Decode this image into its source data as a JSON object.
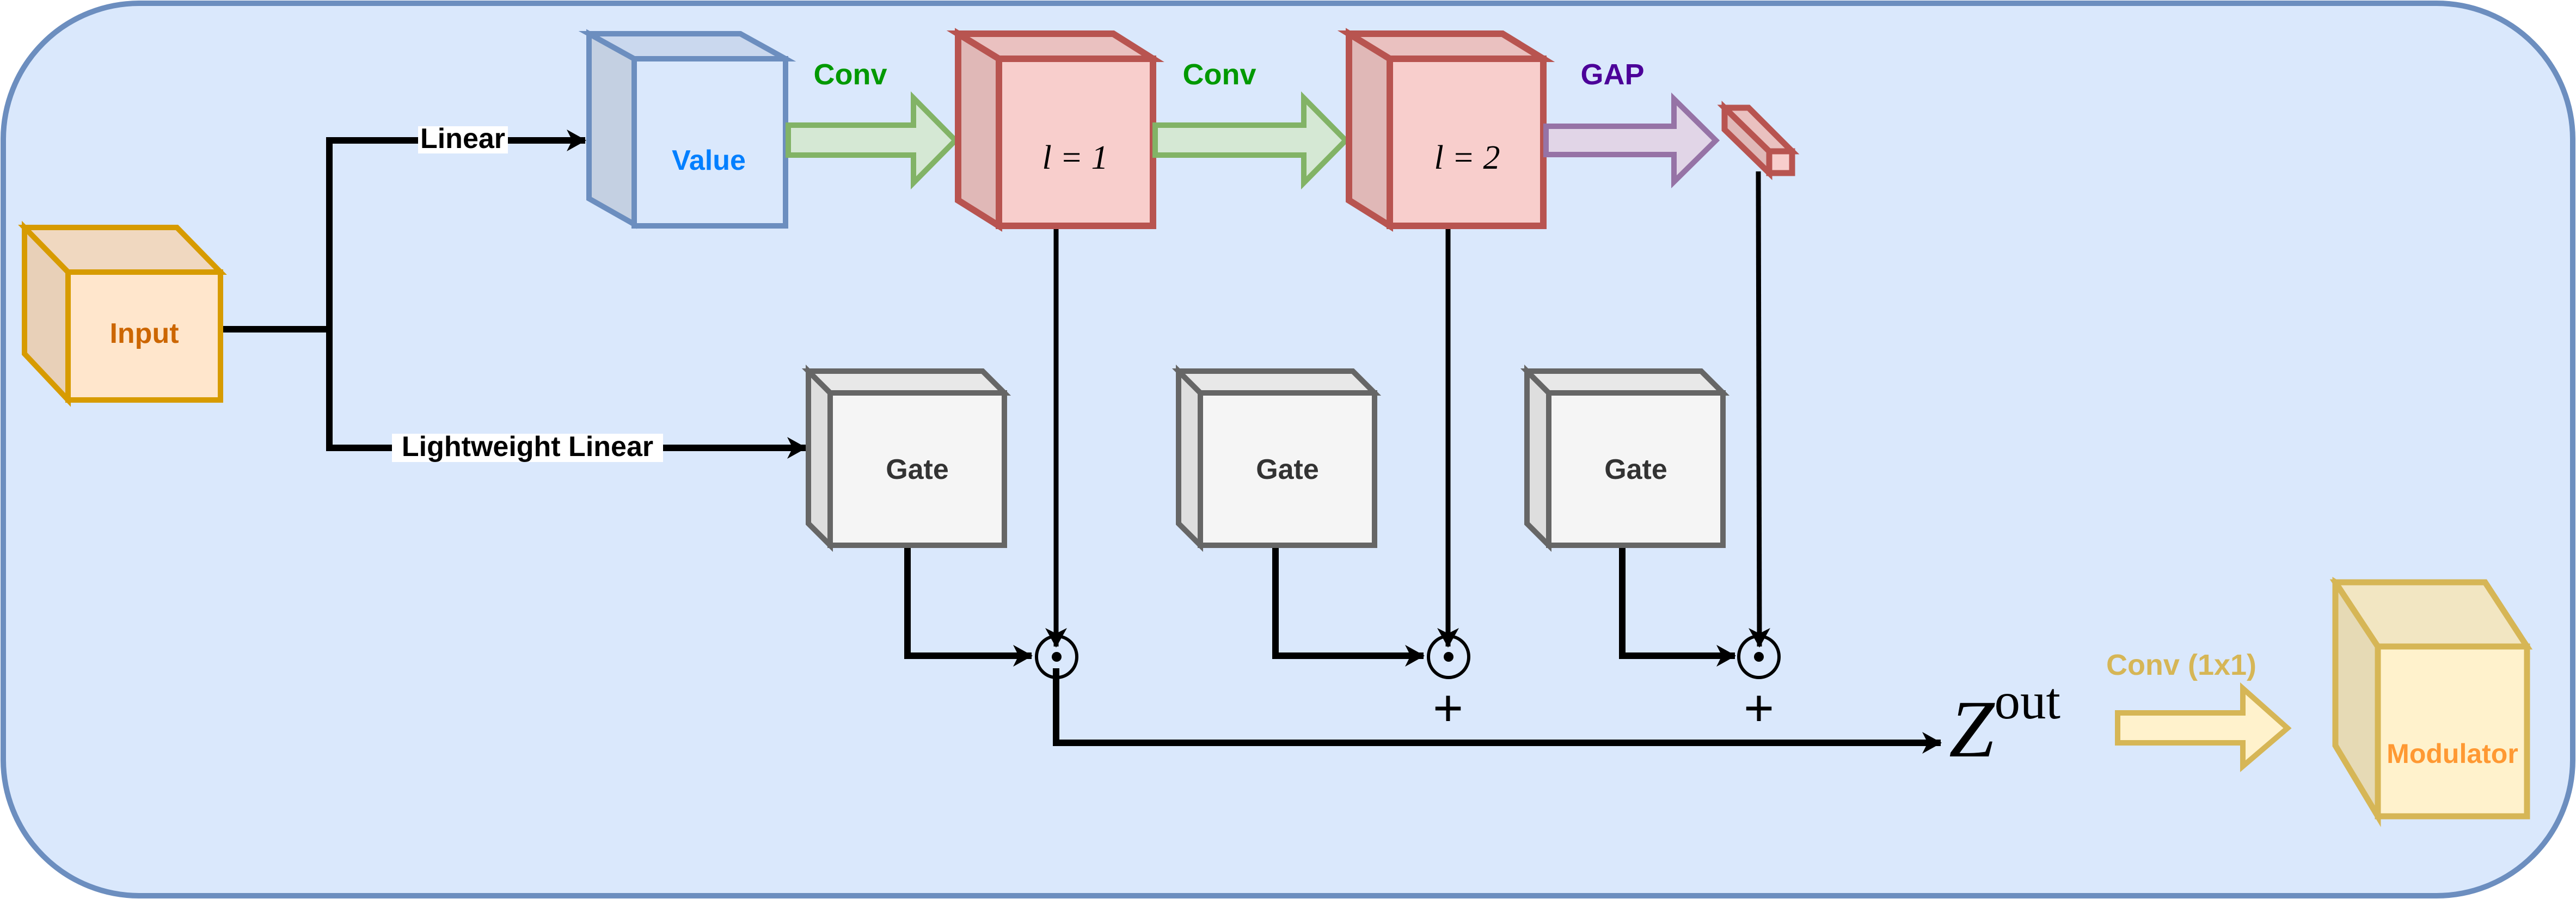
{
  "diagram": {
    "colors": {
      "container_fill": "#DAE8FC",
      "container_stroke": "#6C8EBF",
      "input_fill": "#FFE6CC",
      "input_stroke": "#D79B00",
      "input_text": "#CC6600",
      "value_fill": "#DAE8FC",
      "value_stroke": "#6C8EBF",
      "value_text": "#007FFF",
      "feature_fill": "#F8CECC",
      "feature_stroke": "#B85450",
      "gate_fill": "#F5F5F5",
      "gate_stroke": "#666666",
      "gate_text": "#333333",
      "conv_arrow_fill": "#D5E8D4",
      "conv_arrow_stroke": "#82B366",
      "conv_text": "#009900",
      "gap_arrow_fill": "#E1D5E7",
      "gap_arrow_stroke": "#9673A6",
      "gap_text": "#4C0099",
      "modulator_fill": "#FFF2CC",
      "modulator_stroke": "#D6B656",
      "modulator_text": "#FF9933",
      "conv1x1_text": "#D6B656"
    },
    "nodes": {
      "input": "Input",
      "value": "Value",
      "level1": "l = 1",
      "level2": "l = 2",
      "gate1": "Gate",
      "gate2": "Gate",
      "gate3": "Gate",
      "modulator": "Modulator"
    },
    "edges": {
      "linear": "Linear",
      "lightweight_linear": "Lightweight Linear",
      "conv1": "Conv",
      "conv2": "Conv",
      "gap": "GAP",
      "conv1x1": "Conv (1x1)"
    },
    "operators": {
      "hadamard": "⊙",
      "plus": "+"
    },
    "output": {
      "symbol": "Z",
      "superscript": "out"
    }
  }
}
